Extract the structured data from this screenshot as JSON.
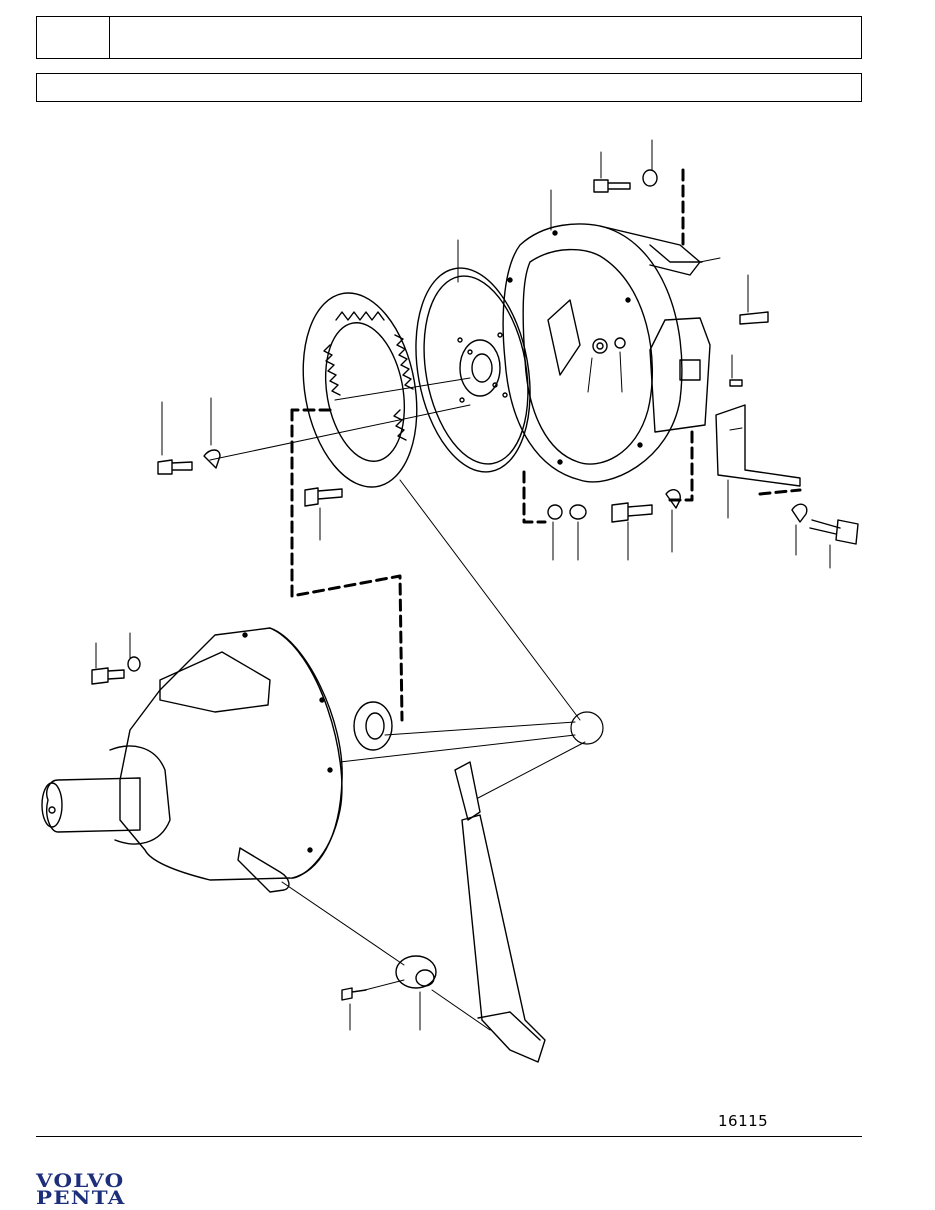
{
  "header": {
    "code_cell": "",
    "title_cell": "",
    "subtitle_cell": ""
  },
  "figure": {
    "number": "16115"
  },
  "brand": {
    "line1": "VOLVO",
    "line2": "PENTA",
    "color": "#1d2f7a"
  }
}
